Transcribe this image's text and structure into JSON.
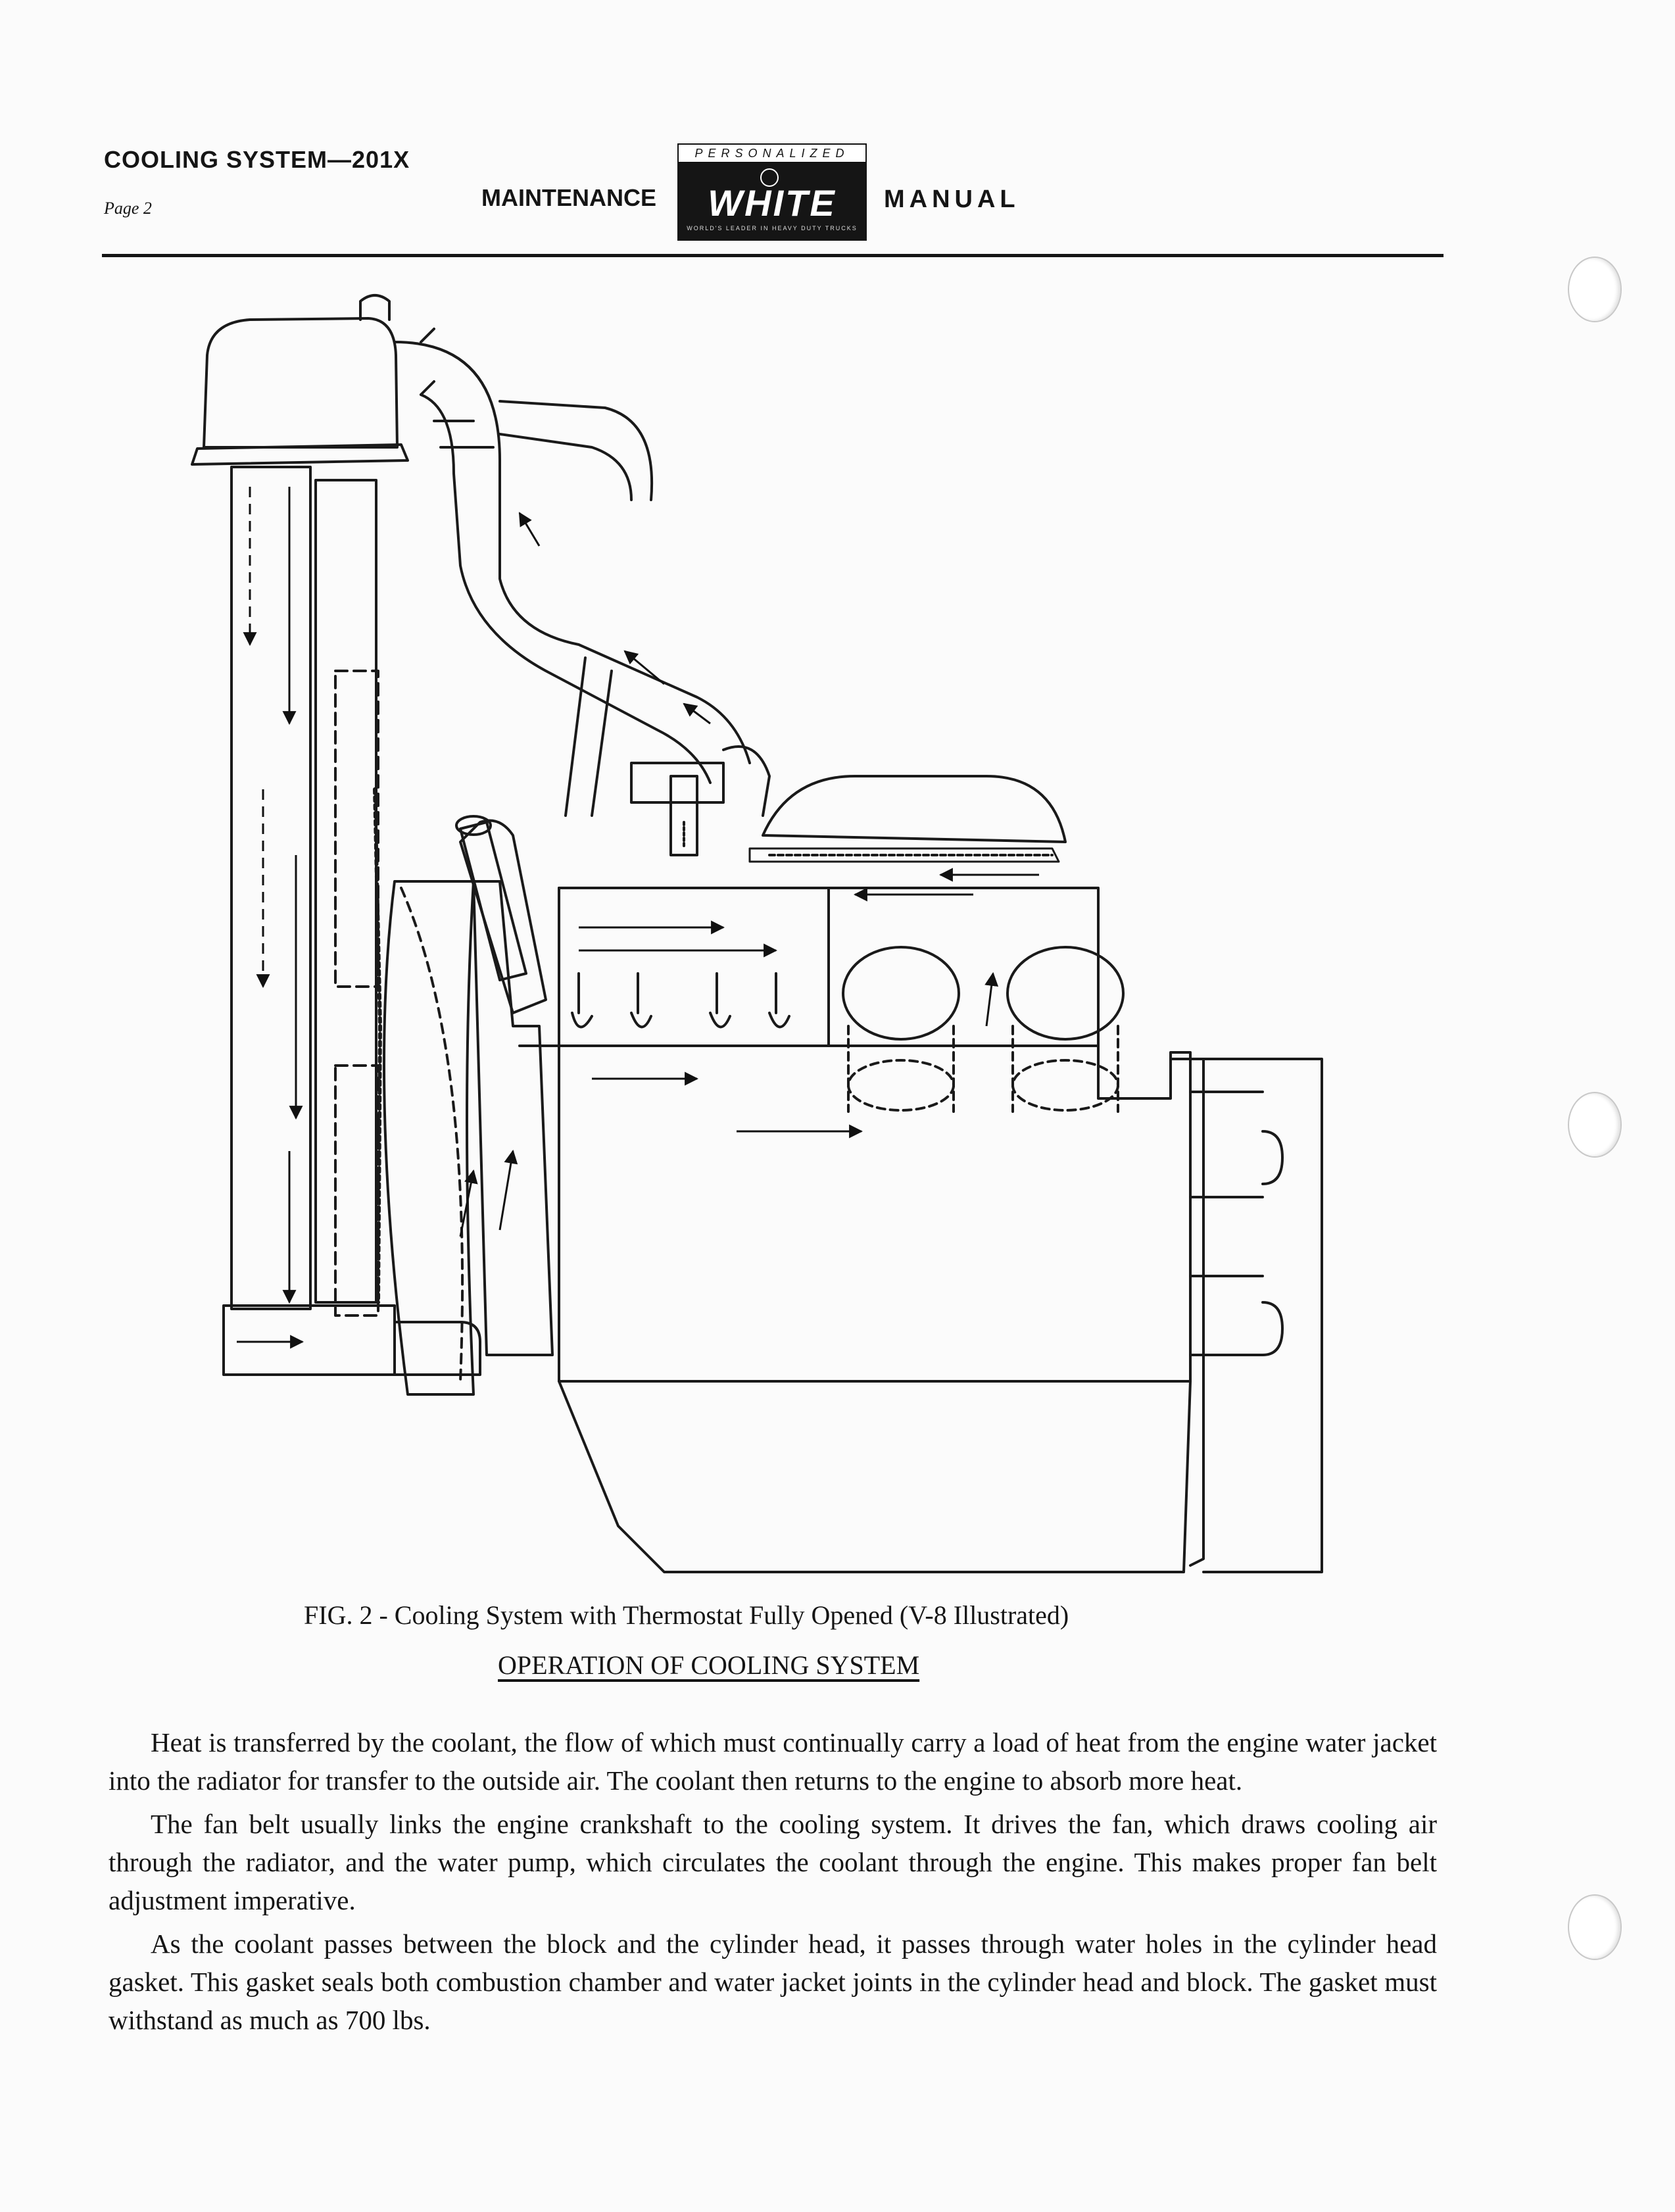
{
  "header": {
    "section": "COOLING SYSTEM—201X",
    "page": "Page 2",
    "left_word": "MAINTENANCE",
    "right_word": "MANUAL",
    "logo": {
      "top_text": "PERSONALIZED",
      "brand": "WHITE",
      "tagline": "WORLD'S LEADER IN HEAVY DUTY TRUCKS"
    }
  },
  "figure": {
    "caption": "FIG. 2 - Cooling System with Thermostat Fully Opened (V-8 Illustrated)"
  },
  "section_heading": "OPERATION OF COOLING SYSTEM",
  "paragraphs": [
    "Heat is transferred by the coolant, the flow of which must continually carry a load of heat from the engine water jacket into the radiator for transfer to the outside air. The coolant then returns to the engine to absorb more heat.",
    "The fan belt usually links the engine crankshaft to the cooling system. It drives the fan, which draws cooling air through the radiator, and the water pump, which circulates the coolant through the engine. This makes proper fan belt adjustment imperative.",
    "As the coolant passes between the block and the cylinder head, it passes through water holes in the cylinder head gasket. This gasket seals both combustion chamber and water jacket joints in the cylinder head and block. The gasket must withstand as much as 700 lbs."
  ]
}
